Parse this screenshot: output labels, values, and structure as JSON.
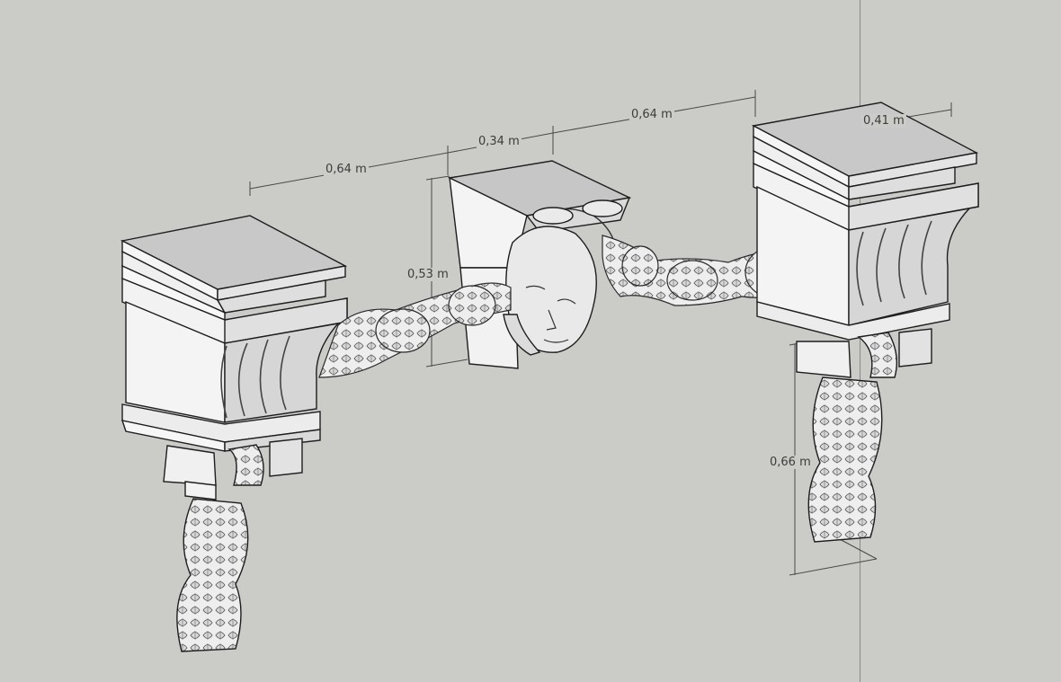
{
  "viewport": {
    "background_color": "#cbcbc7",
    "model_fill_color": "#f2f2f2",
    "model_shade_color": "#cfcfcf",
    "edge_color": "#1e1e1e",
    "dimension_line_color": "#4a4a4a"
  },
  "dimensions": {
    "left_bracket_to_keystone": "0,64 m",
    "keystone_width": "0,34 m",
    "keystone_to_right_bracket": "0,64 m",
    "bracket_depth": "0,41 m",
    "keystone_height": "0,53 m",
    "bracket_height": "0,66 m"
  },
  "model": {
    "left_bracket_icon": "corbel-icon",
    "keystone_icon": "keystone-mask-icon",
    "right_bracket_icon": "corbel-icon",
    "garland_icon": "leaf-garland-icon"
  }
}
